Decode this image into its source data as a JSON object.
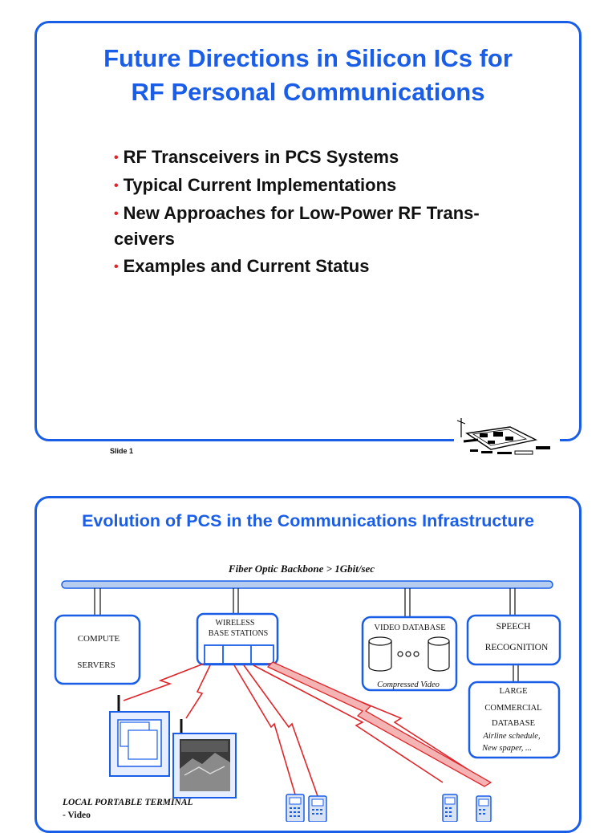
{
  "slide1": {
    "title_line1": "Future Directions in Silicon ICs for",
    "title_line2": "RF Personal Communications",
    "bullets": [
      {
        "label": "RF Transceivers in PCS Systems"
      },
      {
        "label": "Typical Current Implementations"
      },
      {
        "label": "New Approaches for Low-Power RF Trans-ceivers"
      },
      {
        "label": "Examples and Current Status"
      }
    ],
    "slide_label": "Slide 1"
  },
  "slide2": {
    "title": "Evolution of PCS in the Communications Infrastructure",
    "backbone_label": "Fiber Optic Backbone > 1Gbit/sec",
    "compute_servers": {
      "line1": "COMPUTE",
      "line2": "SERVERS"
    },
    "base_stations": {
      "line1": "WIRELESS",
      "line2": "BASE STATIONS"
    },
    "video_database": {
      "title": "VIDEO DATABASE",
      "caption": "Compressed Video"
    },
    "speech": {
      "line1": "SPEECH",
      "line2": "RECOGNITION"
    },
    "commercial_db": {
      "line1": "LARGE",
      "line2": "COMMERCIAL",
      "line3": "DATABASE",
      "line4": "Airline schedule,",
      "line5": "New spaper, ..."
    },
    "terminal": {
      "line1": "LOCAL PORTABLE TERMINAL",
      "line2": "- Video"
    }
  },
  "colors": {
    "accent": "#1a5ee8",
    "bullet": "#e0262b",
    "link": "#e0262b",
    "link_fill": "#f4b4b4"
  }
}
